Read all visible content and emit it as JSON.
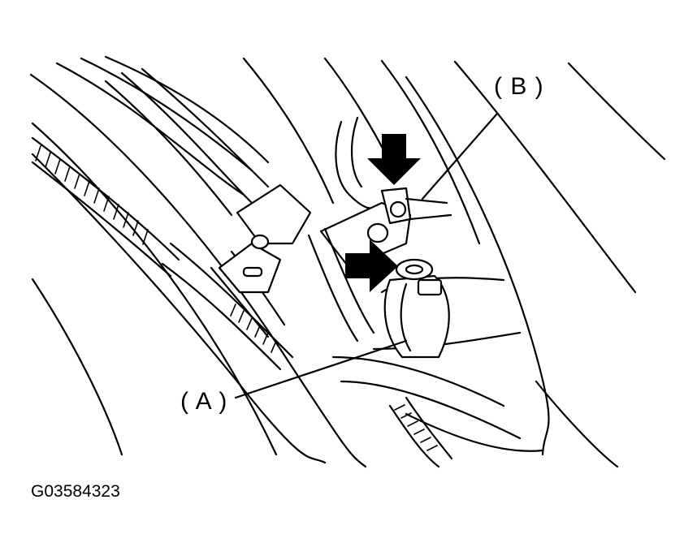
{
  "labels": {
    "a": "( A )",
    "b": "( B )"
  },
  "figure_id": "G03584323",
  "colors": {
    "line": "#000000",
    "background": "#ffffff"
  },
  "icons": [
    "arrow-down-icon",
    "arrow-right-icon"
  ]
}
